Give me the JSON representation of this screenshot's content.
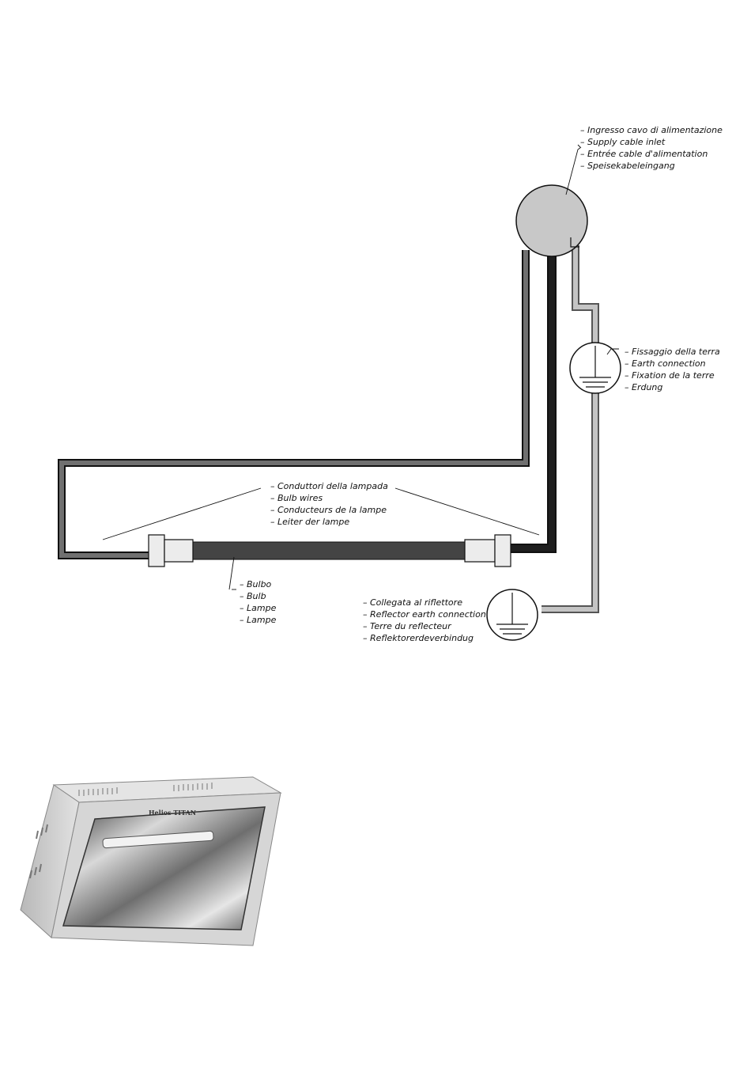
{
  "labels": {
    "supply_inlet": [
      "Ingresso cavo di alimentazione",
      "Supply cable inlet",
      "Entrée cable d'alimentation",
      "Speisekabeleingang"
    ],
    "earth_connection": [
      "Fissaggio della terra",
      "Earth connection",
      "Fixation de la terre",
      "Erdung"
    ],
    "bulb_wires": [
      "Conduttori della lampada",
      "Bulb wires",
      "Conducteurs de la lampe",
      "Leiter der lampe"
    ],
    "bulb": [
      "Bulbo",
      "Bulb",
      "Lampe",
      "Lampe"
    ],
    "reflector_earth": [
      "Collegata al riflettore",
      "Reflector earth connection",
      "Terre du reflecteur",
      "Reflektorerdeverbindug"
    ]
  },
  "product": {
    "logo_text": "Helios TITAN"
  },
  "colors": {
    "wire_grey": "#707070",
    "wire_black": "#1e1e1e",
    "wire_earth": "#c4c4c4",
    "bulb_tube": "#444444",
    "inlet_fill": "#c8c8c8"
  }
}
